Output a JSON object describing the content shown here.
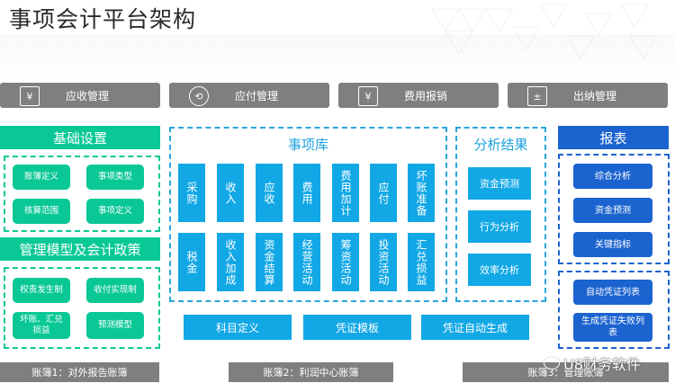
{
  "title": "事项会计平台架构",
  "modules": [
    {
      "label": "应收管理",
      "icon": "¥"
    },
    {
      "label": "应付管理",
      "icon": "⟲"
    },
    {
      "label": "费用报销",
      "icon": "¥"
    },
    {
      "label": "出纳管理",
      "icon": "±"
    }
  ],
  "basic_settings": {
    "header": "基础设置",
    "items": [
      "账簿定义",
      "事项类型",
      "核算范围",
      "事项定义"
    ]
  },
  "mgmt_model": {
    "header": "管理模型及会计政策",
    "items": [
      "权责发生制",
      "收付实现制",
      "坏账、汇兑损益",
      "预测模型"
    ]
  },
  "event_library": {
    "header": "事项库",
    "row1": [
      "采购",
      "收入",
      "应收",
      "费用",
      "费用加计",
      "应付",
      "坏账准备"
    ],
    "row2": [
      "税金",
      "收入加成",
      "资金结算",
      "经营活动",
      "筹资活动",
      "投资活动",
      "汇兑损益"
    ]
  },
  "analysis": {
    "header": "分析结果",
    "items": [
      "资金预测",
      "行为分析",
      "效率分析"
    ]
  },
  "bottom_bar": [
    "科目定义",
    "凭证模板",
    "凭证自动生成"
  ],
  "reports": {
    "header": "报表",
    "group1": [
      "综合分析",
      "资金预测",
      "关键指标"
    ],
    "group2": [
      "自动凭证列表",
      "生成凭证失败列表"
    ]
  },
  "ledgers": [
    "账簿1：对外报告账簿",
    "账簿2：利润中心账簿",
    "账簿3：管理账簿"
  ],
  "watermark": "U8财务软件",
  "colors": {
    "teal": "#0ac896",
    "cyan": "#12a8e6",
    "navy": "#1b63cf",
    "grey": "#7f7f7f"
  }
}
